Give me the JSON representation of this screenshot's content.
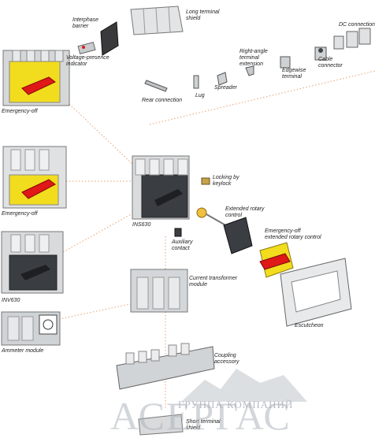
{
  "labels": {
    "interphase_barrier": "Interphase\nbarrier",
    "voltage_presence_indicator": "Voltage-presence\nindicator",
    "long_terminal_shield": "Long terminal\nshield",
    "dc_connection": "DC connection",
    "right_angle_terminal_extension": "Right-angle\nterminal\nextension",
    "cable_connector": "Cable\nconnector",
    "edgewise_terminal": "Edgewise\nterminal",
    "rear_connection": "Rear connection",
    "lug": "Lug",
    "spreader": "Spreader",
    "emergency_off_top": "Emergency-off",
    "locking_by_keylock": "Locking by\nkeylock",
    "extended_rotary_control": "Extended rotary\ncontrol",
    "emergency_off_middle": "Emergency-off",
    "ins630": "INS630",
    "auxiliary_contact": "Auxiliary\ncontact",
    "emergency_off_extended_rotary_control": "Emergency-off\nextended rotary control",
    "inv630": "INV630",
    "current_transformer_module": "Current transformer\nmodule",
    "escutcheon": "Escutcheon",
    "ammeter_module": "Ammeter module",
    "coupling_accessory": "Coupling\naccessory",
    "short_terminal_shield": "Short terminal\nshield"
  },
  "watermark": {
    "line1": "ГРУППА КОМПАНИЙ",
    "line2": "АСЕРГАС"
  },
  "colors": {
    "yellow_panel": "#f2dc1e",
    "red_handle": "#e01818",
    "dark_body": "#3a3d42",
    "grey_body": "#cfd3d6",
    "connector_dots": "#e8a070"
  }
}
